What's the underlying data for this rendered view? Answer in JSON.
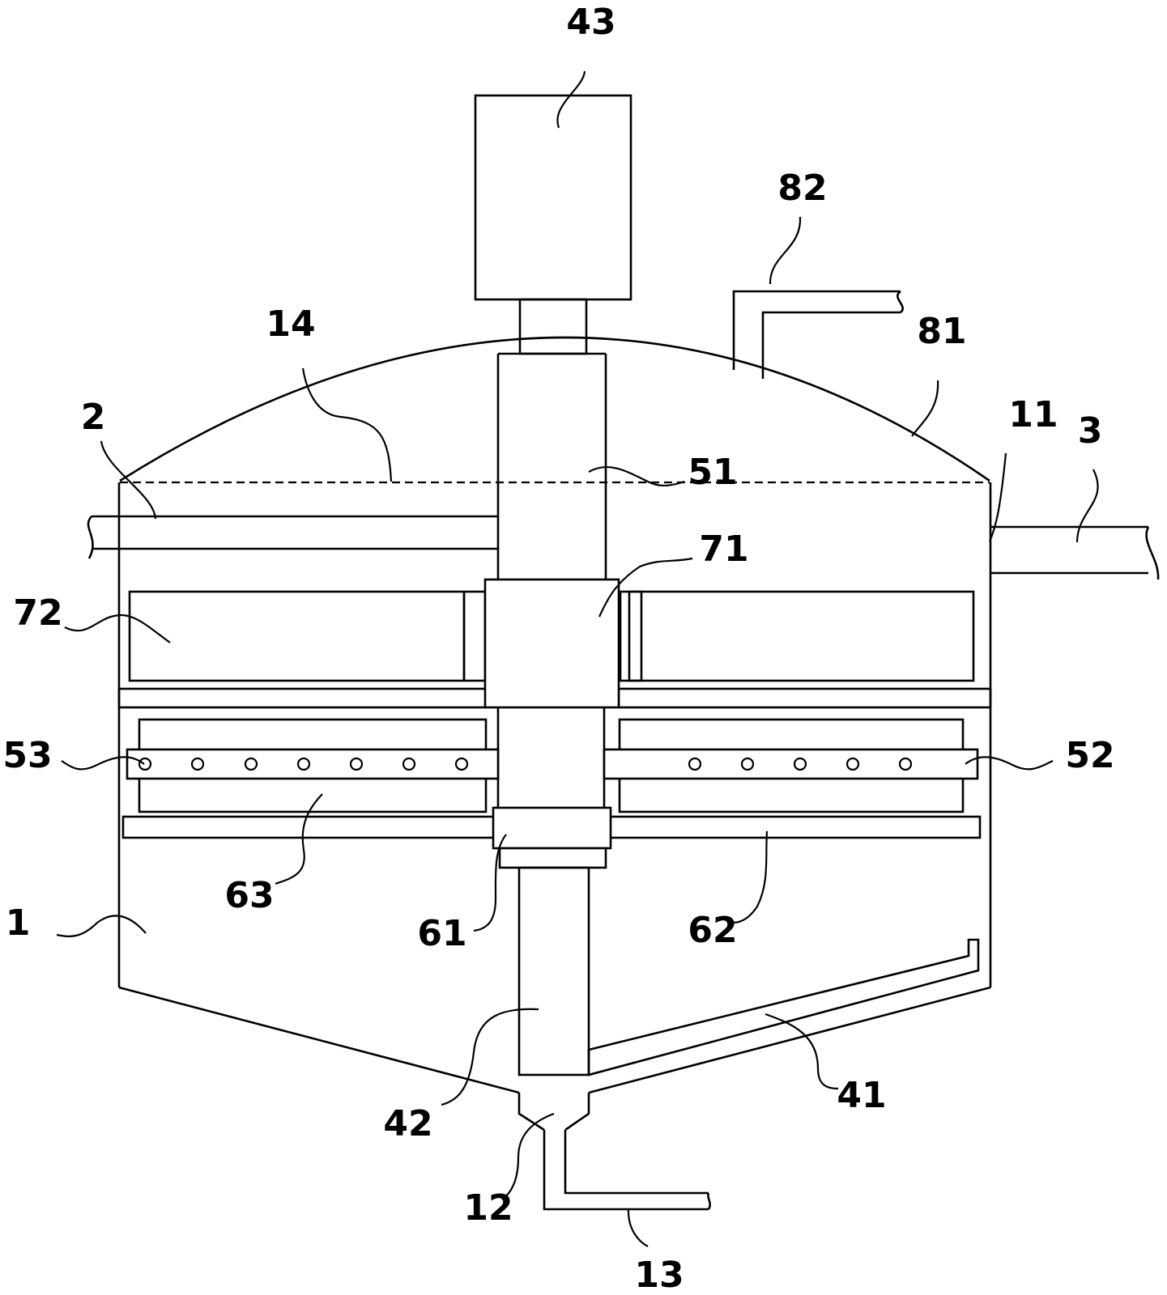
{
  "labels": {
    "l43": "43",
    "l82": "82",
    "l81": "81",
    "l14": "14",
    "l2": "2",
    "l11": "11",
    "l3": "3",
    "l51": "51",
    "l71": "71",
    "l72": "72",
    "l53": "53",
    "l52": "52",
    "l63": "63",
    "l61": "61",
    "l62": "62",
    "l1": "1",
    "l42": "42",
    "l41": "41",
    "l12": "12",
    "l13": "13"
  },
  "colors": {
    "stroke": "#000000",
    "background": "#ffffff"
  }
}
